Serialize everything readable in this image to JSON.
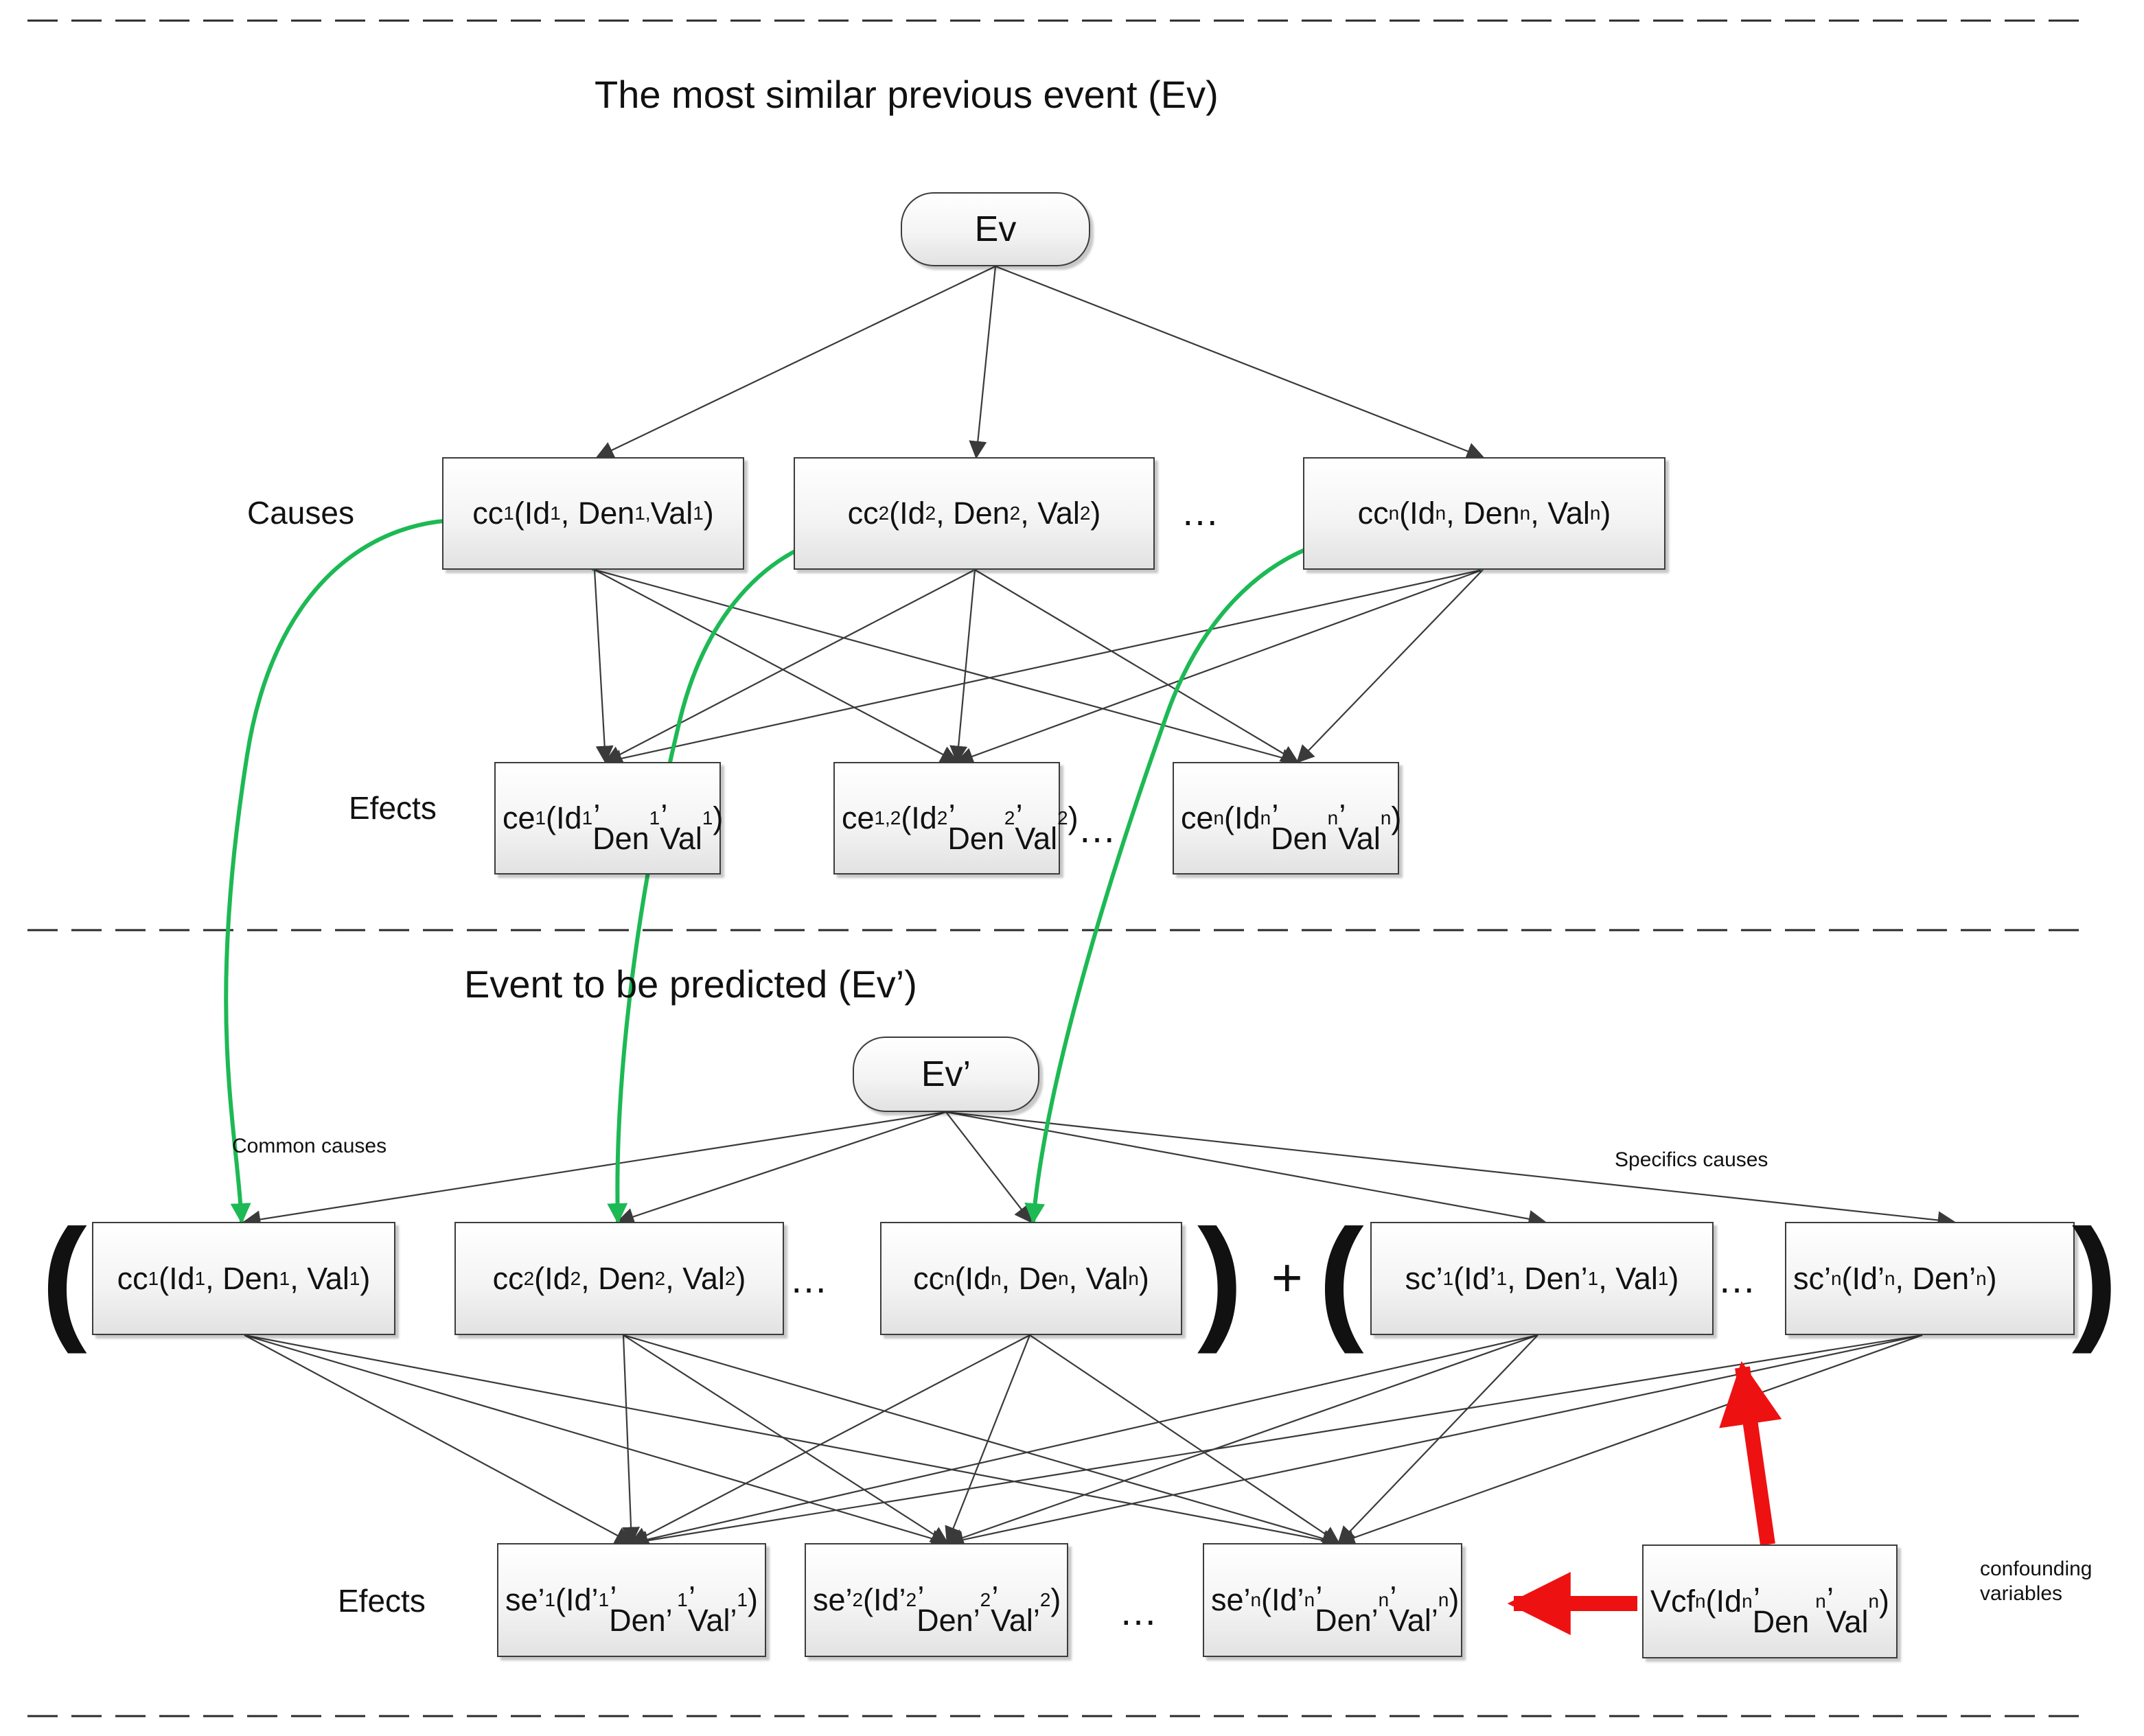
{
  "diagram": {
    "top_section": {
      "title": "The most similar previous event (Ev)",
      "root": "Ev",
      "causes_label": "Causes",
      "effects_label": "Efects"
    },
    "bottom_section": {
      "title": "Event to be predicted (Ev’)",
      "root": "Ev’",
      "effects_label": "Efects",
      "common_causes_label": "Common causes",
      "specific_causes_label": "Specifics causes",
      "confounding_label": "confounding\nvariables",
      "plus_sign": "+",
      "open_paren": "(",
      "close_paren": ")"
    },
    "ellipsis": "…",
    "nodes_rich": {
      "top_cause_1": "cc<sub>1</sub> (Id<sub>1</sub>, Den<sub>1,</sub> Val<sub>1</sub>)",
      "top_cause_2": "cc<sub>2</sub> (Id<sub>2</sub>, Den<sub>2</sub>, Val<sub>2</sub>)",
      "top_cause_n": "cc<sub>n</sub> (Id<sub>n</sub>, Den<sub>n</sub>, Val<sub>n</sub>)",
      "top_effect_1": "ce<sub>1</sub> (Id<sub>1</sub>, Den<sub>1</sub>,<br>Val<sub>1</sub>)",
      "top_effect_2": "ce<sub>1,2</sub> (Id<sub>2</sub>,<br>Den<sub>2</sub>, Val<sub>2</sub>)",
      "top_effect_n": "ce<sub>n</sub> (Id<sub>n</sub>, Den<sub>n</sub>,<br>Val<sub>n</sub>)",
      "bottom_cause_1": "cc<sub>1</sub> (Id<sub>1</sub>, Den<sub>1</sub>, Val<sub>1</sub>)",
      "bottom_cause_2": "cc<sub>2</sub> (Id<sub>2</sub>, Den<sub>2</sub>, Val <sub>2</sub>)",
      "bottom_cause_n": "cc<sub>n</sub> (Id<sub>n</sub>, De<sub>n</sub>, Val<sub>n</sub>)",
      "specific_cause_1": "sc’<sub>1</sub> (Id’<sub>1</sub>, Den’<sub>1</sub>, Val<sub>1</sub>)",
      "specific_cause_n": "sc’<sub>n</sub> (Id’<sub>n</sub>, Den’<sub>n</sub>)",
      "bottom_effect_1": "se’<sub>1</sub> (Id’<sub>1</sub>, Den’<sub>1</sub>,<br>Val’<sub>1</sub>)",
      "bottom_effect_2": "se’<sub>2</sub> (Id’<sub>2</sub>, Den’<sub>2</sub>,<br>Val’<sub>2</sub>)",
      "bottom_effect_n": "se’<sub>n</sub> (Id’<sub>n</sub>, Den’<sub>n</sub>,<br>Val’<sub>n</sub>)",
      "confounder": "Vcf<sub>n</sub> (Id<sub>n</sub>, Den<sub>n</sub>,<br>Val<sub>n</sub>)"
    },
    "colors": {
      "connector": "#3a3a3a",
      "mapping_arrow": "#1db954",
      "confounding_arrow": "#ee1111",
      "separator": "#2a2a2a"
    }
  }
}
